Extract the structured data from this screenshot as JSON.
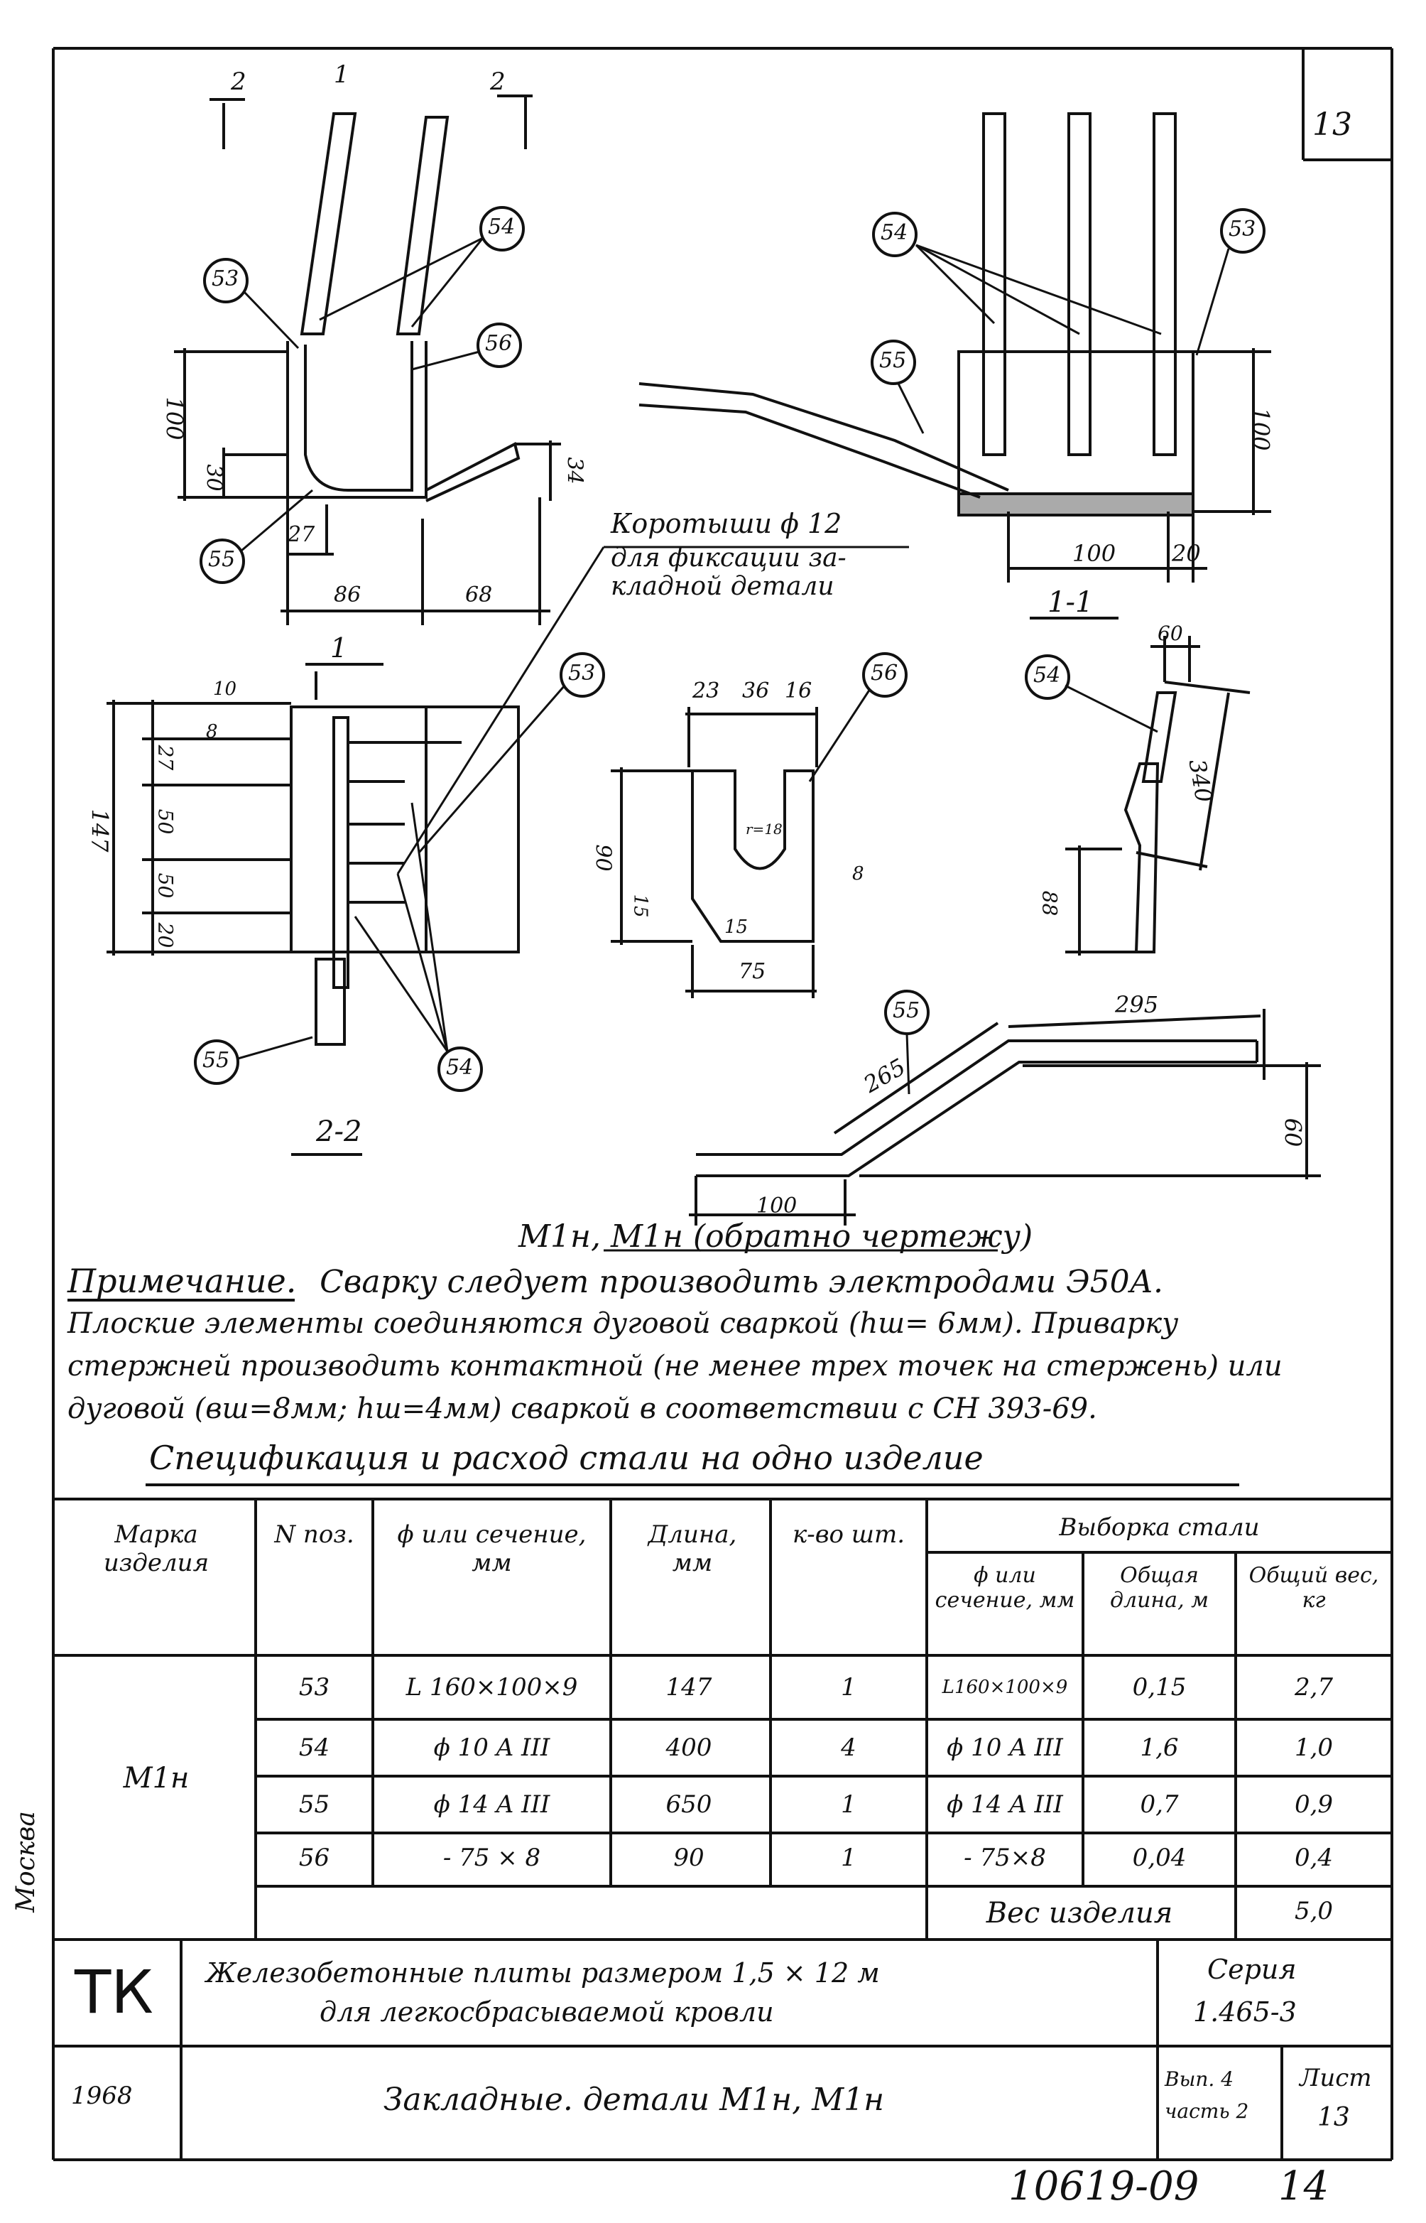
{
  "sheet": {
    "page_number": "13"
  },
  "drawing_labels": {
    "sec2_left": "2",
    "sec1": "1",
    "sec2_right": "2",
    "sec1_view": "1",
    "p53": "53",
    "p54": "54",
    "p55": "55",
    "p56": "56",
    "d100": "100",
    "d30": "30",
    "d34": "34",
    "d27": "27",
    "d86": "86",
    "d68": "68",
    "short_bars_line1": "Коротыши ϕ 12",
    "short_bars_line2": "для фиксации за-",
    "short_bars_line3": "кладной детали",
    "view_1_1": "1-1",
    "r100": "100",
    "r20": "20",
    "r100v": "100",
    "v_10": "10",
    "v_8": "8",
    "v_27": "27",
    "v_50a": "50",
    "v_50b": "50",
    "v_20": "20",
    "v_147": "147",
    "view_2_2": "2-2",
    "p56_23": "23",
    "p56_36": "36",
    "p56_16": "16",
    "p56_90": "90",
    "p56_r": "r=18",
    "p56_8": "8",
    "p56_15a": "15",
    "p56_15b": "15",
    "p56_75": "75",
    "p54_60": "60",
    "p54_340": "340",
    "p54_88": "88",
    "p55_295": "295",
    "p55_265": "265",
    "p55_60": "60",
    "p55_100": "100",
    "caption": "М1н, М1н (обратно чертежу)"
  },
  "note": {
    "heading": "Примечание.",
    "line1": "Сварку следует производить электродами Э50А.",
    "line2": "Плоские элементы соединяются дуговой сваркой (hш= 6мм). Приварку",
    "line3": "стержней производить контактной (не менее трех точек на стержень) или",
    "line4": "дуговой (вш=8мм; hш=4мм) сваркой в соответствии с СН 393-69."
  },
  "spec": {
    "title": "Спецификация и расход стали на одно изделие",
    "headers": {
      "mark": "Марка изделия",
      "pos": "N поз.",
      "section": "ϕ или сечение, мм",
      "length": "Длина, мм",
      "qty": "к-во шт.",
      "selection": "Выборка стали",
      "sel_section": "ϕ или сечение, мм",
      "total_length": "Общая длина, м",
      "total_weight": "Общий вес, кг"
    },
    "mark_value": "М1н",
    "rows": [
      {
        "pos": "53",
        "section": "L 160×100×9",
        "length": "147",
        "qty": "1",
        "sel_section": "L160×100×9",
        "total_length": "0,15",
        "total_weight": "2,7"
      },
      {
        "pos": "54",
        "section": "ϕ 10 A III",
        "length": "400",
        "qty": "4",
        "sel_section": "ϕ 10 A III",
        "total_length": "1,6",
        "total_weight": "1,0"
      },
      {
        "pos": "55",
        "section": "ϕ 14 A III",
        "length": "650",
        "qty": "1",
        "sel_section": "ϕ 14 A III",
        "total_length": "0,7",
        "total_weight": "0,9"
      },
      {
        "pos": "56",
        "section": "- 75 × 8",
        "length": "90",
        "qty": "1",
        "sel_section": "- 75×8",
        "total_length": "0,04",
        "total_weight": "0,4"
      }
    ],
    "item_weight_label": "Вес изделия",
    "item_weight_value": "5,0"
  },
  "title_block": {
    "city": "Москва",
    "org": "ТК",
    "year": "1968",
    "title_line1": "Железобетонные плиты размером 1,5 × 12 м",
    "title_line2": "для легкосбрасываемой кровли",
    "subtitle": "Закладные. детали М1н, М1н",
    "series_label": "Серия",
    "series_value": "1.465-3",
    "issue": "Вып. 4",
    "part": "часть 2",
    "sheet_label": "Лист",
    "sheet_value": "13"
  },
  "footer": {
    "code": "10619-09",
    "page": "14"
  }
}
